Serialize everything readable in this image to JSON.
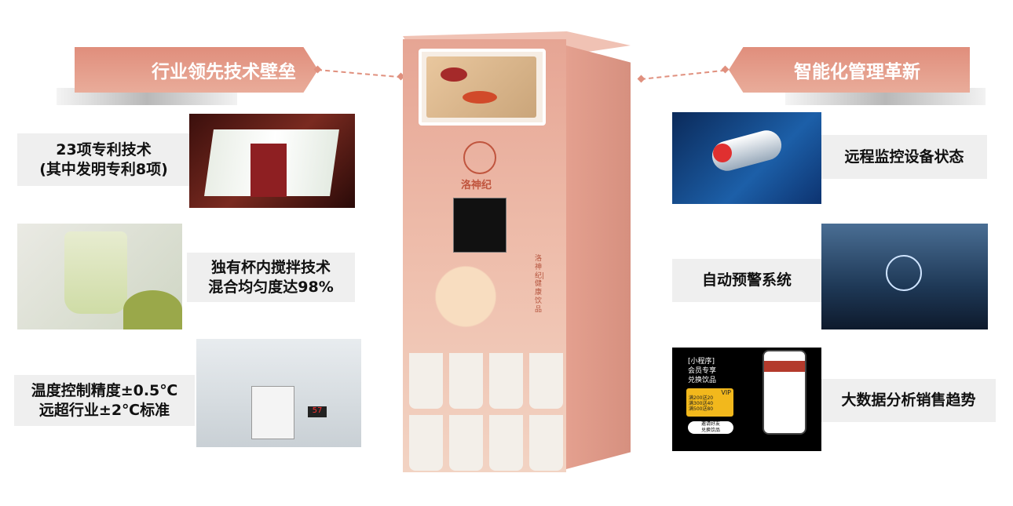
{
  "left_section": {
    "title": "行业领先技术壁垒",
    "items": [
      {
        "lines": [
          "23项专利技术",
          "(其中发明专利8项)"
        ],
        "image": "patent-certificates-photo"
      },
      {
        "lines": [
          "独有杯内搅拌技术",
          "混合均匀度达98%"
        ],
        "image": "matcha-milk-drink-photo"
      },
      {
        "lines": [
          "温度控制精度±0.5℃",
          "远超行业±2℃标准"
        ],
        "image": "cup-dispenser-photo",
        "display_value": "57"
      }
    ]
  },
  "right_section": {
    "title": "智能化管理革新",
    "items": [
      {
        "lines": [
          "远程监控设备状态"
        ],
        "image": "surveillance-camera-illustration"
      },
      {
        "lines": [
          "自动预警系统"
        ],
        "image": "security-city-network-photo"
      },
      {
        "lines": [
          "大数据分析销售趋势"
        ],
        "image": "mini-program-app-screenshot"
      }
    ]
  },
  "mini_program": {
    "tag": "[小程序]",
    "line1": "会员专享",
    "line2": "兑换饮品",
    "vip": "VIP",
    "vip_rows": [
      "满200送20",
      "满300送40",
      "满500送80"
    ],
    "invite_line1": "邀请好友",
    "invite_line2": "兑换饮品"
  },
  "machine": {
    "brand": "洛神纪",
    "side_text": "洛神纪|健康饮品"
  },
  "colors": {
    "accent": "#e0907e",
    "machine_body": "#e8a797",
    "text_box": "#efefef"
  }
}
